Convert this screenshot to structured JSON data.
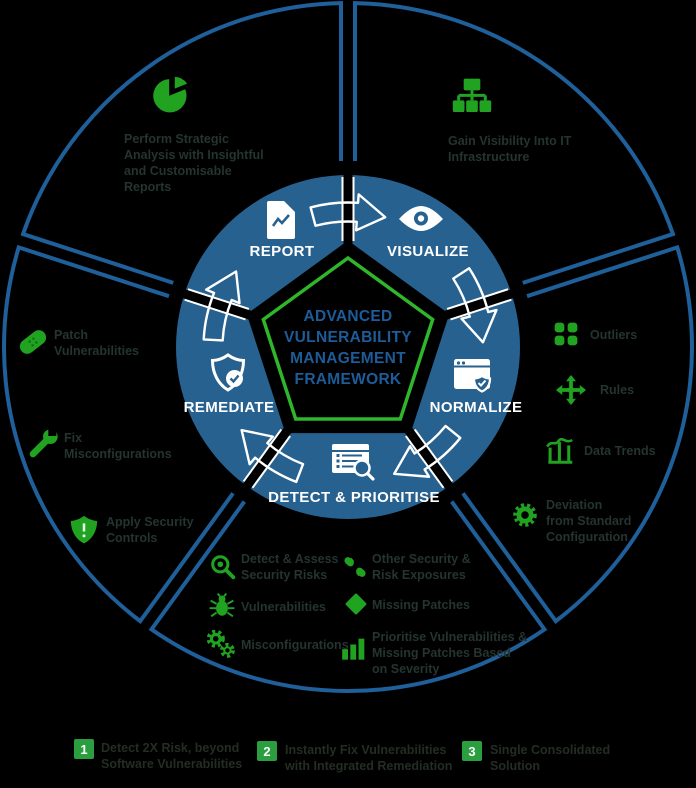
{
  "colors": {
    "background": "#000000",
    "ring_blue": "#27618f",
    "outline_blue": "#1f5f9a",
    "pentagon_green": "#2fb62a",
    "icon_green": "#21a321",
    "icon_green_dark": "#0c7a12",
    "center_text_blue": "#1d5c99",
    "legend_square_green": "#2b9e3f",
    "info_text": "#243430",
    "white": "#ffffff"
  },
  "center": {
    "lines": [
      "ADVANCED",
      "VULNERABILITY",
      "MANAGEMENT",
      "FRAMEWORK"
    ]
  },
  "ring": {
    "segments": [
      {
        "label": "REPORT",
        "icon": "report-document-icon"
      },
      {
        "label": "VISUALIZE",
        "icon": "eye-icon"
      },
      {
        "label": "NORMALIZE",
        "icon": "window-shield-icon"
      },
      {
        "label": "REMEDIATE",
        "icon": "shield-check-badge-icon"
      },
      {
        "label": "DETECT & PRIORITISE",
        "icon": "list-magnifier-icon"
      }
    ],
    "flow": "clockwise"
  },
  "info_items": [
    {
      "id": "report-info",
      "icon": "pie-chart-icon",
      "lines": [
        "Perform Strategic",
        "Analysis with Insightful",
        "and Customisable",
        "Reports"
      ]
    },
    {
      "id": "visualize-info",
      "icon": "sitemap-icon",
      "lines": [
        "Gain Visibility Into IT",
        "Infrastructure"
      ]
    },
    {
      "id": "patch-vulnerabilities",
      "icon": "patch-icon",
      "lines": [
        "Patch",
        "Vulnerabilities"
      ]
    },
    {
      "id": "fix-misconfigurations",
      "icon": "wrench-icon",
      "lines": [
        "Fix",
        "Misconfigurations"
      ]
    },
    {
      "id": "apply-security-controls",
      "icon": "shield-alert-icon",
      "lines": [
        "Apply Security",
        "Controls"
      ]
    },
    {
      "id": "outliers",
      "icon": "outliers-icon",
      "lines": [
        "Outliers"
      ]
    },
    {
      "id": "rules",
      "icon": "move-arrows-icon",
      "lines": [
        "Rules"
      ]
    },
    {
      "id": "data-trends",
      "icon": "chart-trends-icon",
      "lines": [
        "Data Trends"
      ]
    },
    {
      "id": "deviation-standard-configuration",
      "icon": "gear-icon",
      "lines": [
        "Deviation",
        "from Standard",
        "Configuration"
      ]
    },
    {
      "id": "detect-assess-security-risks",
      "icon": "search-risk-icon",
      "lines": [
        "Detect & Assess",
        "Security Risks"
      ]
    },
    {
      "id": "vulnerabilities",
      "icon": "bug-icon",
      "lines": [
        "Vulnerabilities"
      ]
    },
    {
      "id": "misconfigurations",
      "icon": "gears-icon",
      "lines": [
        "Misconfigurations"
      ]
    },
    {
      "id": "other-security-risk-exposures",
      "icon": "broken-link-icon",
      "lines": [
        "Other Security &",
        "Risk Exposures"
      ]
    },
    {
      "id": "missing-patches",
      "icon": "diamond-icon",
      "lines": [
        "Missing Patches"
      ]
    },
    {
      "id": "prioritise-vulnerabilities",
      "icon": "priority-bars-icon",
      "lines": [
        "Prioritise Vulnerabilities &",
        "Missing Patches Based",
        "on Severity"
      ]
    }
  ],
  "legend": {
    "items": [
      {
        "num": "1",
        "lines": [
          "Detect 2X Risk, beyond",
          "Software Vulnerabilities"
        ]
      },
      {
        "num": "2",
        "lines": [
          "Instantly Fix Vulnerabilities",
          "with Integrated Remediation"
        ]
      },
      {
        "num": "3",
        "lines": [
          "Single Consolidated",
          "Solution"
        ]
      }
    ]
  }
}
